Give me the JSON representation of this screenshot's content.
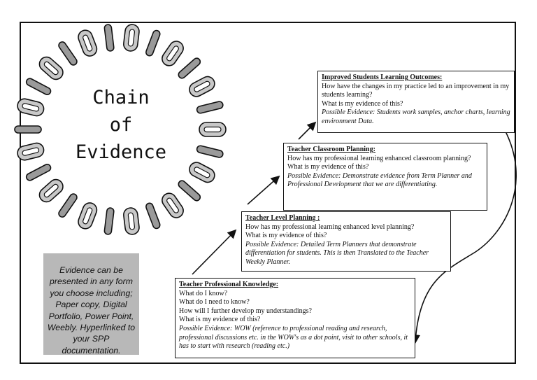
{
  "chain": {
    "title_lines": [
      "Chain",
      "of",
      "Evidence"
    ]
  },
  "note": {
    "text": "Evidence can be presented in any form you choose including; Paper copy, Digital Portfolio, Power Point, Weebly. Hyperlinked to your SPP documentation."
  },
  "boxes": [
    {
      "title": "Improved Students Learning Outcomes:",
      "lines": [
        "How have the changes in my practice led to an improvement in my students learning?",
        "What is my evidence of this?"
      ],
      "evidence": "Possible Evidence: Students work samples, anchor charts, learning environment Data."
    },
    {
      "title": "Teacher Classroom Planning:",
      "lines": [
        "How has my professional learning enhanced classroom planning?",
        "What is my evidence of this?"
      ],
      "evidence": "Possible Evidence: Demonstrate evidence from Term Planner and Professional Development that we are differentiating."
    },
    {
      "title": "Teacher Level Planning :",
      "lines": [
        "How has my professional learning enhanced level planning?",
        "What is my evidence of this?"
      ],
      "evidence": "Possible Evidence: Detailed Term Planners that demonstrate differentiation for students. This is then Translated to the Teacher Weekly Planner."
    },
    {
      "title": "Teacher Professional Knowledge:",
      "lines": [
        "What do I know?",
        "What do I need to know?",
        "How will I further develop my understandings?",
        "What is my evidence of this?"
      ],
      "evidence": "Possible Evidence: WOW (reference to professional reading and research, professional discussions etc. in the WOW's as a dot point, visit to other schools, it has to start with research (reading etc.)"
    }
  ],
  "colors": {
    "border": "#111111",
    "note_bg": "#b8b8b8",
    "chain_link": "#c8c8c8"
  }
}
